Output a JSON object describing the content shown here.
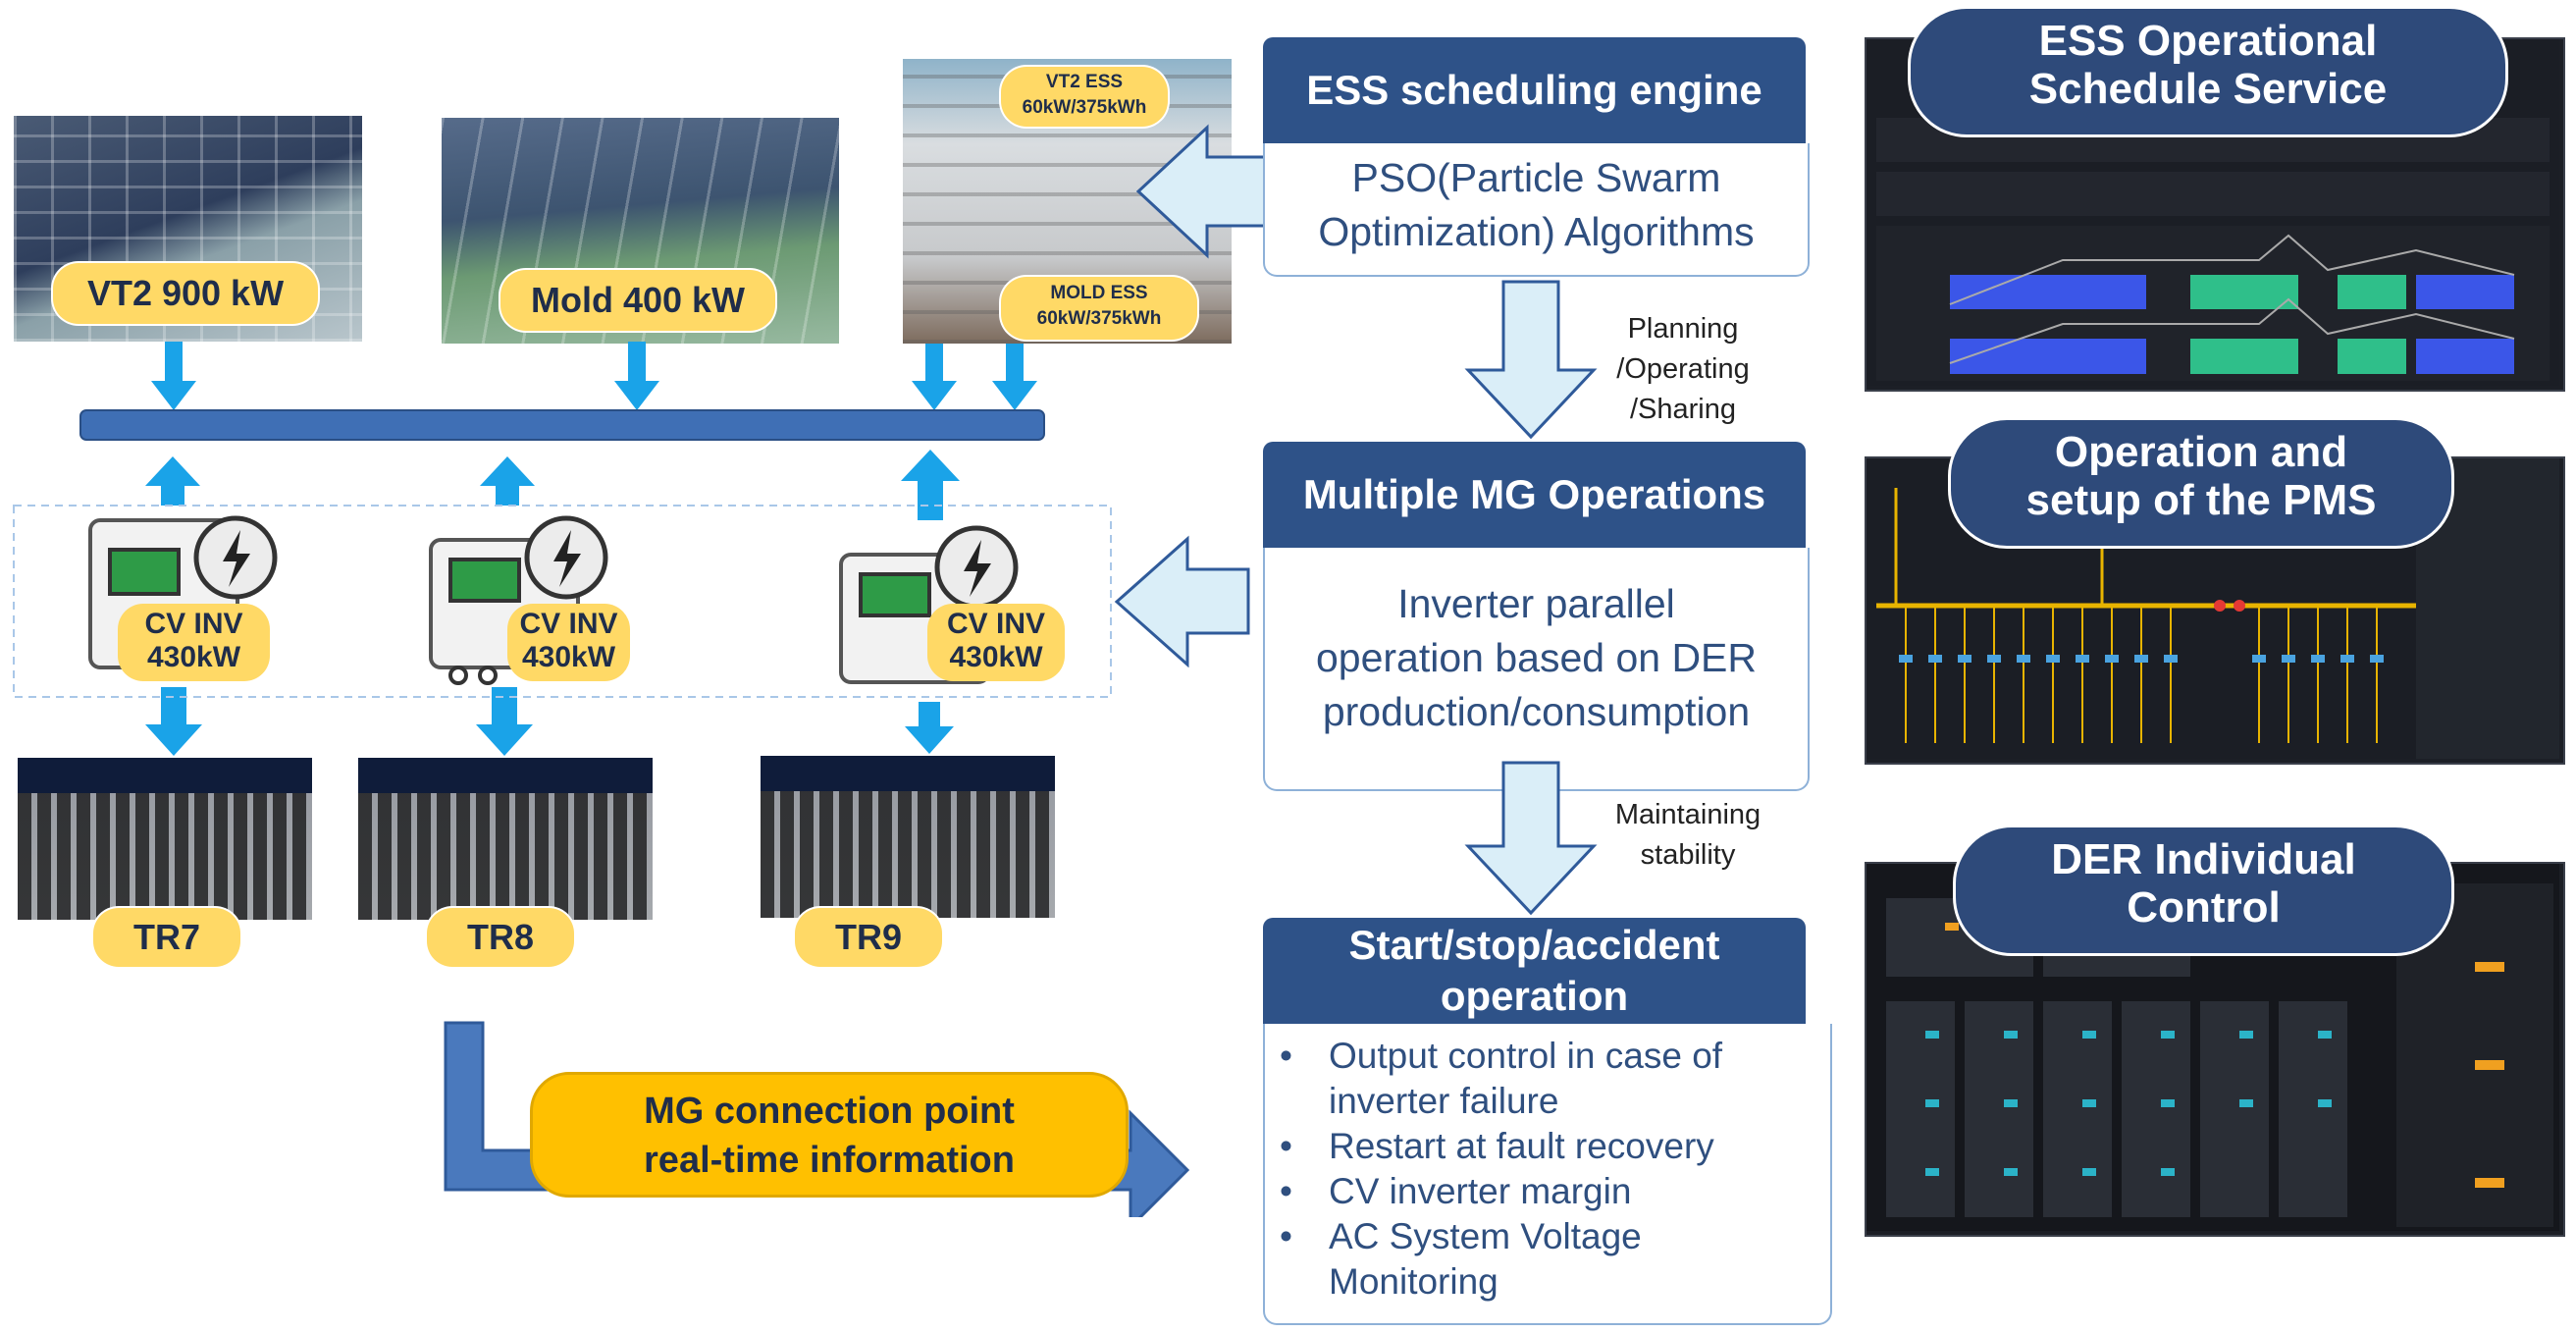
{
  "sources": {
    "vt2": "VT2 900 kW",
    "mold": "Mold 400 kW",
    "vt2_ess_line1": "VT2 ESS",
    "vt2_ess_line2": "60kW/375kWh",
    "mold_ess_line1": "MOLD ESS",
    "mold_ess_line2": "60kW/375kWh"
  },
  "inverters": [
    {
      "line1": "CV INV",
      "line2": "430kW"
    },
    {
      "line1": "CV INV",
      "line2": "430kW"
    },
    {
      "line1": "CV INV",
      "line2": "430kW"
    }
  ],
  "transformers": [
    "TR7",
    "TR8",
    "TR9"
  ],
  "connection_point": {
    "line1": "MG connection point",
    "line2": "real-time information"
  },
  "engine": {
    "title": "ESS scheduling engine",
    "body_line1": "PSO(Particle Swarm",
    "body_line2": "Optimization) Algorithms"
  },
  "arrow_labels": {
    "planning": [
      "Planning",
      "/Operating",
      "/Sharing"
    ],
    "stability": [
      "Maintaining",
      "stability"
    ]
  },
  "mg_ops": {
    "title": "Multiple MG Operations",
    "body": [
      "Inverter parallel",
      "operation based on DER",
      "production/consumption"
    ]
  },
  "start_stop": {
    "title_line1": "Start/stop/accident",
    "title_line2": "operation",
    "bullets": [
      [
        "Output control in case of",
        "inverter failure"
      ],
      [
        "Restart at fault recovery"
      ],
      [
        "CV inverter margin"
      ],
      [
        "AC System Voltage",
        "Monitoring"
      ]
    ]
  },
  "screens": [
    {
      "title_line1": "ESS Operational",
      "title_line2": "Schedule Service"
    },
    {
      "title_line1": "Operation and",
      "title_line2": "setup of the PMS"
    },
    {
      "title_line1": "DER Individual",
      "title_line2": "Control"
    }
  ],
  "colors": {
    "accent": "#2e5288",
    "arrow": "#1aa3e8",
    "pill": "#ffd966",
    "connection": "#ffc000"
  }
}
